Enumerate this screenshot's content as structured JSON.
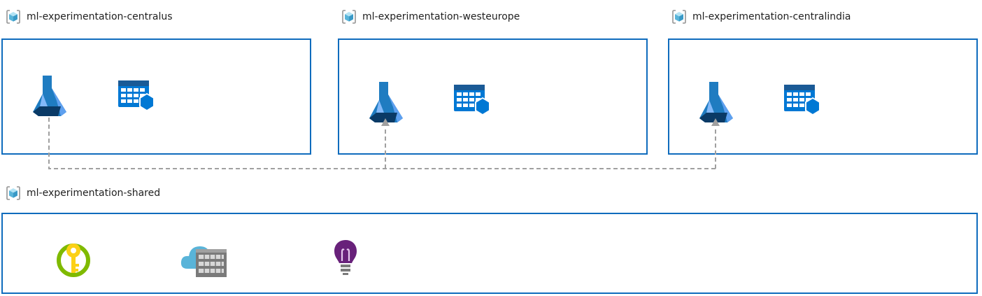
{
  "groups": [
    {
      "id": "centralus",
      "label": "ml-experimentation-centralus",
      "icons": [
        "machine-learning-icon",
        "data-table-icon"
      ]
    },
    {
      "id": "westeurope",
      "label": "ml-experimentation-westeurope",
      "icons": [
        "machine-learning-icon",
        "data-table-icon"
      ]
    },
    {
      "id": "centralindia",
      "label": "ml-experimentation-centralindia",
      "icons": [
        "machine-learning-icon",
        "data-table-icon"
      ]
    },
    {
      "id": "shared",
      "label": "ml-experimentation-shared",
      "icons": [
        "key-vault-icon",
        "container-registry-icon",
        "application-insights-icon"
      ]
    }
  ],
  "colors": {
    "box_border": "#0f6cbd",
    "connector": "#a0a0a0",
    "resource_group": "#59b4d9",
    "ml_blue": "#1f7cc1",
    "table_blue": "#0078d4",
    "key_green": "#7fba00",
    "key_yellow": "#fcd116",
    "insights_purple": "#68217a"
  }
}
